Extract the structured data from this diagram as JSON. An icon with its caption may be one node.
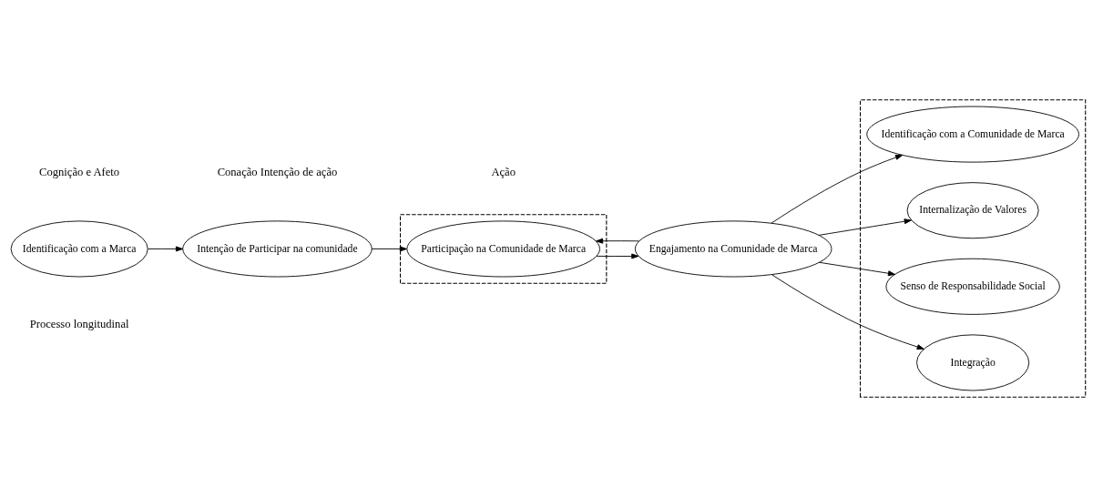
{
  "diagram": {
    "nodes": [
      {
        "text": [
          "Identificação com a Marca"
        ]
      },
      {
        "text": [
          "Intenção de Participar na comunidade"
        ]
      },
      {
        "text": [],
        "shape": "box"
      },
      {
        "text": [
          "Participação na Comunidade de Marca"
        ],
        "in": 2
      },
      {
        "text": [
          "Engajamento na Comunidade de Marca"
        ]
      },
      {
        "text": [],
        "shape": "box"
      },
      {
        "text": [
          "Identificação com a Comunidade de Marca"
        ],
        "in": 5
      },
      {
        "text": [
          "Internalização de Valores"
        ],
        "in": 5
      },
      {
        "text": [
          "Senso de Responsabilidade Social"
        ],
        "in": 5
      },
      {
        "text": [
          "Integração"
        ],
        "in": 5
      }
    ],
    "edges": [
      {
        "from": 0,
        "to": 1,
        "arrow": "to"
      },
      {
        "from": 1,
        "to": 3,
        "arrow": "to"
      },
      {
        "from": 3,
        "to": 4,
        "arrow": "to"
      },
      {
        "from": 4,
        "to": 3,
        "arrow": "to"
      },
      {
        "from": 4,
        "to": 6,
        "arrow": "to"
      },
      {
        "from": 4,
        "to": 7,
        "arrow": "to"
      },
      {
        "from": 4,
        "to": 8,
        "arrow": "to"
      },
      {
        "from": 4,
        "to": 9,
        "arrow": "to"
      }
    ],
    "labels": [
      "Cognição e Afeto",
      "Conação Intenção de ação",
      "Ação",
      "Processo longitudinal"
    ]
  }
}
